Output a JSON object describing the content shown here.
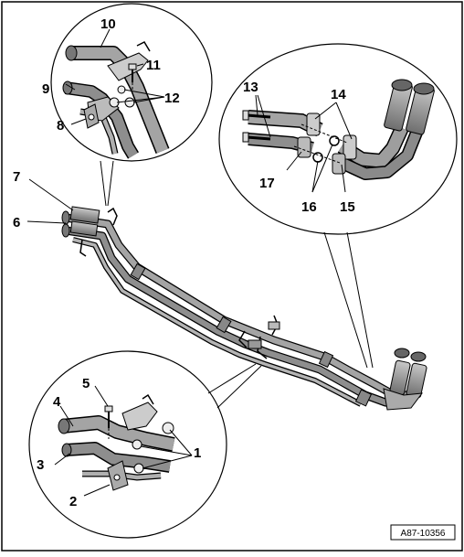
{
  "diagram": {
    "reference_code": "A87-10356",
    "callouts": {
      "c1": "1",
      "c2": "2",
      "c3": "3",
      "c4": "4",
      "c5": "5",
      "c6": "6",
      "c7": "7",
      "c8": "8",
      "c9": "9",
      "c10": "10",
      "c11": "11",
      "c12": "12",
      "c13": "13",
      "c14": "14",
      "c15": "15",
      "c16": "16",
      "c17": "17"
    },
    "colors": {
      "line": "#000000",
      "pipe_fill": "#9a9a9a",
      "pipe_dark": "#6e6e6e",
      "background": "#ffffff"
    }
  }
}
